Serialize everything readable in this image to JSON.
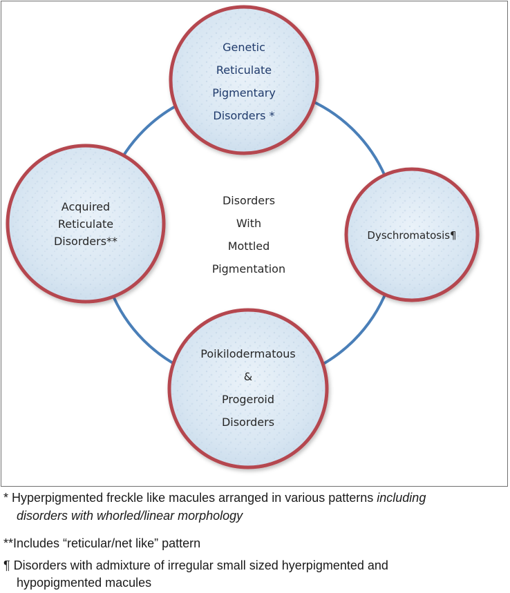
{
  "diagram": {
    "center_label": [
      "Disorders",
      "With",
      "Mottled",
      "Pigmentation"
    ],
    "nodes": [
      {
        "id": "genetic",
        "lines": [
          "Genetic",
          "Reticulate",
          "Pigmentary",
          "Disorders *"
        ]
      },
      {
        "id": "acquired",
        "lines": [
          "Acquired",
          "Reticulate",
          "Disorders**"
        ]
      },
      {
        "id": "dyschromatosis",
        "lines": [
          "Dyschromatosis¶"
        ]
      },
      {
        "id": "poikilodermatous",
        "lines": [
          "Poikilodermatous",
          "&",
          "Progeroid",
          "Disorders"
        ]
      }
    ],
    "colors": {
      "circle_border": "#b5474f",
      "circle_fill": "#dbe8f3",
      "ring": "#4a7fb8"
    }
  },
  "footnotes": {
    "genetic": {
      "prefix": "* ",
      "text": "Hyperpigmented freckle like macules arranged in various patterns ",
      "italic_1": "including",
      "italic_2": "disorders with whorled/linear morphology"
    },
    "acquired": "**Includes “reticular/net like” pattern",
    "dyschromatosis": {
      "line_1": "¶ Disorders with admixture of irregular small sized hyerpigmented and",
      "line_2": "hypopigmented macules"
    }
  }
}
